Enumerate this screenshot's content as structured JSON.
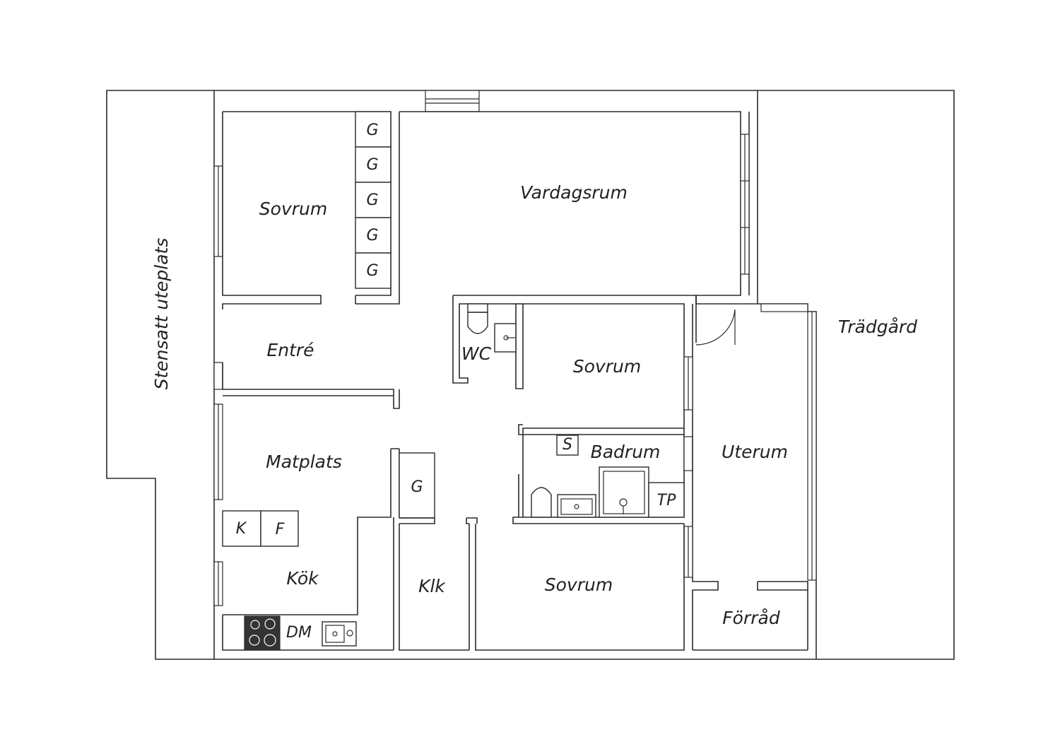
{
  "rooms": {
    "sovrum_1": "Sovrum",
    "vardagsrum": "Vardagsrum",
    "entre": "Entré",
    "wc": "WC",
    "sovrum_2": "Sovrum",
    "matplats": "Matplats",
    "badrum": "Badrum",
    "uterum": "Uterum",
    "kok": "Kök",
    "klk": "Klk",
    "sovrum_3": "Sovrum",
    "forrad": "Förråd"
  },
  "outdoor": {
    "stensatt_uteplats": "Stensatt uteplats",
    "tradgard": "Trädgård"
  },
  "fixtures": {
    "wardrobe_1": "G",
    "wardrobe_2": "G",
    "wardrobe_3": "G",
    "wardrobe_4": "G",
    "wardrobe_5": "G",
    "wardrobe_hall": "G",
    "fridge": "K",
    "freezer": "F",
    "dishwasher": "DM",
    "laundry": "TP",
    "shower_cabinet": "S"
  }
}
